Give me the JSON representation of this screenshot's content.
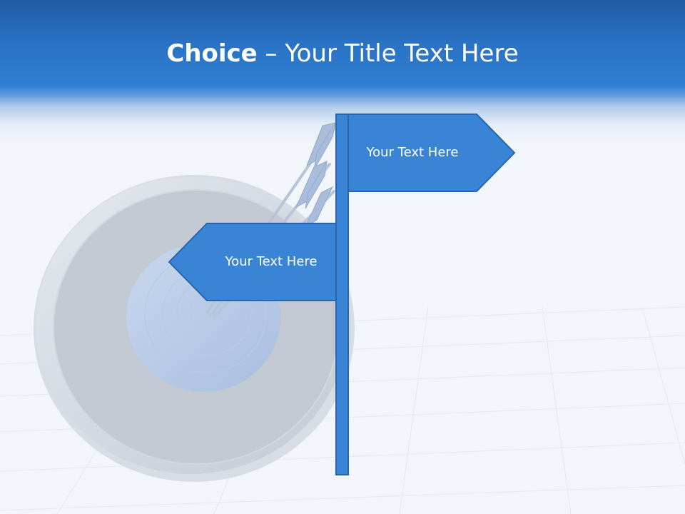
{
  "title": {
    "bold": "Choice",
    "dash": " – ",
    "rest": "Your Title Text Here"
  },
  "signs": {
    "right_text": "Your Text Here",
    "left_text": "Your Text Here"
  },
  "colors": {
    "header_blue": "#2f7fd3",
    "sign_blue": "#3a84d6",
    "sign_border": "#2a66b0",
    "background": "#f2f6fb"
  },
  "icons": {
    "target": "target-icon",
    "arrows": "arrows-icon",
    "signpost": "signpost-icon"
  }
}
